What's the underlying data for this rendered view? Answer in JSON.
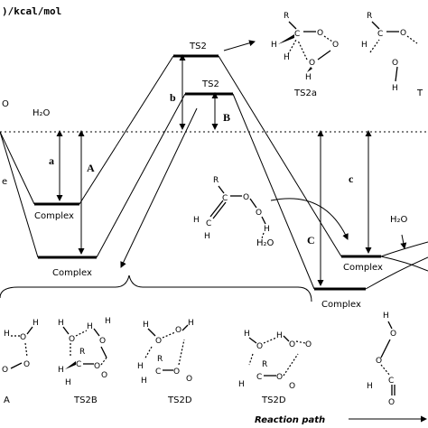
{
  "header": {
    "unit_label": ")/kcal/mol"
  },
  "levels": {
    "ts2_upper": "TS2",
    "ts2_lower": "TS2",
    "complex_upper_left": "Complex",
    "complex_lower_left": "Complex",
    "complex_upper_right": "Complex",
    "complex_lower_right": "Complex"
  },
  "labels": {
    "water": "H₂O",
    "water_top_right": "H₂O",
    "water_mid": "H₂O",
    "energy_a": "a",
    "energy_b": "b",
    "energy_c": "c",
    "path_A": "A",
    "path_B": "B",
    "path_C": "C",
    "left_edge_o": "O",
    "left_edge_e": "e"
  },
  "structures": {
    "ts2a": "TS2a",
    "ts2_partial": "T",
    "bottom_1": "A",
    "ts2b": "TS2B",
    "ts2d_1": "TS2D",
    "ts2d_2": "TS2D"
  },
  "atoms": {
    "R": "R",
    "C": "C",
    "O": "O",
    "H": "H"
  },
  "footer": {
    "reaction_path": "Reaction path"
  }
}
